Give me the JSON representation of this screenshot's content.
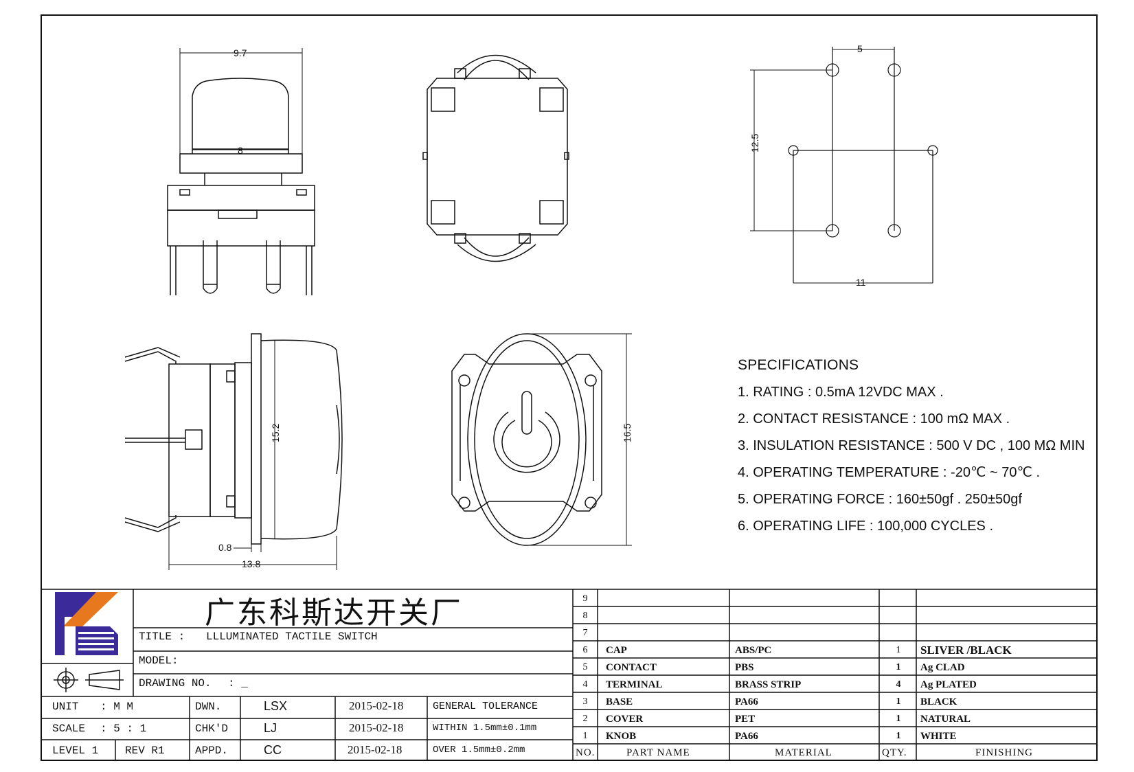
{
  "drawing": {
    "dims": {
      "top_width": "9.7",
      "cap_width": "8",
      "hole_pitch_x": "5",
      "hole_pitch_y": "12.5",
      "hole_span_x": "11",
      "side_height": "15.2",
      "front_height": "16.5",
      "plate_thickness": "0.8",
      "side_depth": "13.8"
    }
  },
  "specs": {
    "title": "SPECIFICATIONS",
    "items": [
      "1. RATING : 0.5mA 12VDC MAX .",
      "2. CONTACT RESISTANCE : 100 mΩ MAX .",
      "3. INSULATION RESISTANCE : 500 V DC , 100 MΩ MIN",
      "4. OPERATING TEMPERATURE : -20℃ ~ 70℃ .",
      "5. OPERATING FORCE : 160±50gf . 250±50gf",
      "6. OPERATING LIFE : 100,000 CYCLES ."
    ]
  },
  "title_block": {
    "company": "广东科斯达开关厂",
    "title_label": "TITLE :",
    "title_value": "LLLUMINATED TACTILE SWITCH",
    "model_label": "MODEL:",
    "drawing_no_label": "DRAWING NO.",
    "drawing_no_value": ": _",
    "unit_label": "UNIT",
    "unit_value": ": M M",
    "scale_label": "SCALE",
    "scale_value": ": 5 : 1",
    "level": "LEVEL 1",
    "rev": "REV R1",
    "dwn_label": "DWN.",
    "dwn_name": "LSX",
    "dwn_date": "2015-02-18",
    "chk_label": "CHK'D",
    "chk_name": "LJ",
    "chk_date": "2015-02-18",
    "appd_label": "APPD.",
    "appd_name": "CC",
    "appd_date": "2015-02-18",
    "tol_title": "GENERAL TOLERANCE",
    "tol_within": "WITHIN 1.5mm±0.1mm",
    "tol_over": "OVER 1.5mm±0.2mm"
  },
  "bom": {
    "headers": {
      "no": "NO.",
      "part": "PART NAME",
      "material": "MATERIAL",
      "qty": "QTY.",
      "finishing": "FINISHING"
    },
    "empty_rows": [
      "9",
      "8",
      "7"
    ],
    "rows": [
      {
        "no": "6",
        "part": "CAP",
        "material": "ABS/PC",
        "qty": "1",
        "finish": "SLIVER /BLACK"
      },
      {
        "no": "5",
        "part": "CONTACT",
        "material": "PBS",
        "qty": "1",
        "finish": "Ag CLAD"
      },
      {
        "no": "4",
        "part": "TERMINAL",
        "material": "BRASS STRIP",
        "qty": "4",
        "finish": "Ag PLATED"
      },
      {
        "no": "3",
        "part": "BASE",
        "material": "PA66",
        "qty": "1",
        "finish": "BLACK"
      },
      {
        "no": "2",
        "part": "COVER",
        "material": "PET",
        "qty": "1",
        "finish": "NATURAL"
      },
      {
        "no": "1",
        "part": "KNOB",
        "material": "PA66",
        "qty": "1",
        "finish": "WHITE"
      }
    ]
  },
  "colors": {
    "logo_blue": "#3a2a9a",
    "logo_orange": "#e8781e",
    "line": "#111111"
  }
}
